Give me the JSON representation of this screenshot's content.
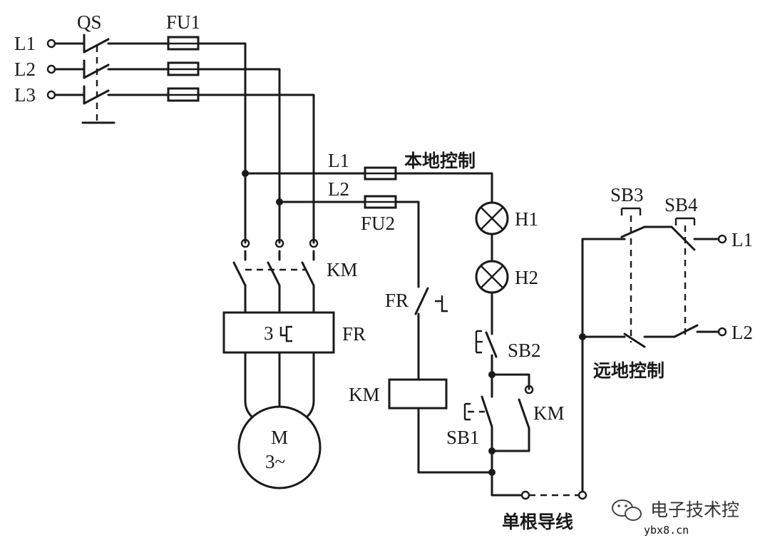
{
  "labels": {
    "l1_in": "L1",
    "l2_in": "L2",
    "l3_in": "L3",
    "qs": "QS",
    "fu1": "FU1",
    "l1_ctrl": "L1",
    "l2_ctrl": "L2",
    "fu2": "FU2",
    "local_control": "本地控制",
    "hl1": "H1",
    "hl2": "H2",
    "sb2": "SB2",
    "sb1": "SB1",
    "km_aux": "KM",
    "km_main": "KM",
    "km_coil": "KM",
    "fr_nc": "FR",
    "fr_relay": "FR",
    "fr_relay_count": "3",
    "motor_m": "M",
    "motor_phase": "3~",
    "sb3": "SB3",
    "sb4": "SB4",
    "l1_remote": "L1",
    "l2_remote": "L2",
    "remote_control": "远地控制",
    "single_wire": "单根导线"
  },
  "watermark": {
    "brand": "电子技术控",
    "site": "ybx8.cn"
  },
  "colors": {
    "ink": "#1a1a1a",
    "background": "#ffffff"
  }
}
